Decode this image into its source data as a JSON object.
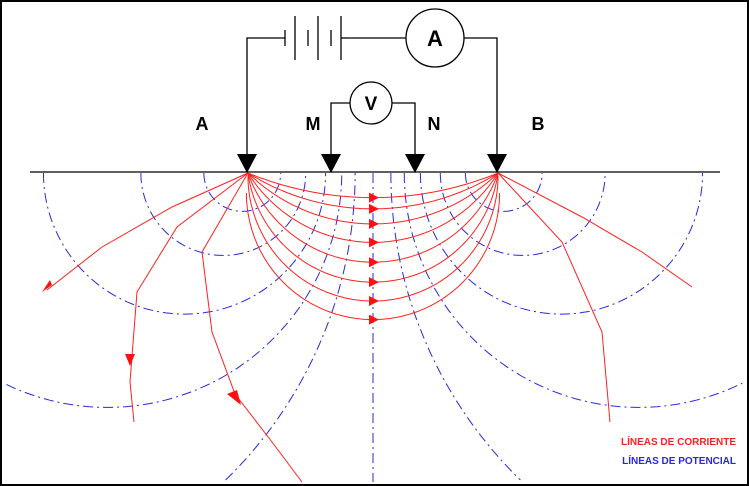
{
  "diagram": {
    "labels": {
      "ammeter": "A",
      "voltmeter": "V",
      "electrode_a": "A",
      "electrode_m": "M",
      "electrode_n": "N",
      "electrode_b": "B"
    },
    "legend": {
      "current_lines": "LÍNEAS DE CORRIENTE",
      "potential_lines": "LÍNEAS DE POTENCIAL"
    },
    "colors": {
      "current": "#ff2020",
      "potential": "#2828e0",
      "wire": "#000000"
    }
  }
}
